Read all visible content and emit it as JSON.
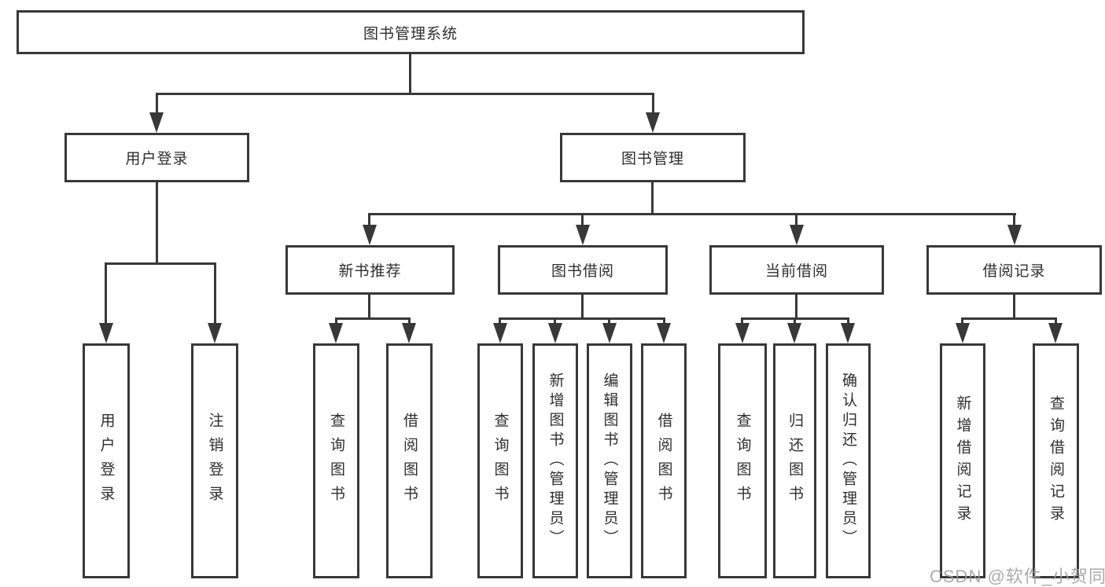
{
  "tree": {
    "label": "图书管理系统",
    "children": [
      {
        "label": "用户登录",
        "children": [
          {
            "label": "用户登录"
          },
          {
            "label": "注销登录"
          }
        ]
      },
      {
        "label": "图书管理",
        "children": [
          {
            "label": "新书推荐",
            "children": [
              {
                "label": "查询图书"
              },
              {
                "label": "借阅图书"
              }
            ]
          },
          {
            "label": "图书借阅",
            "children": [
              {
                "label": "查询图书"
              },
              {
                "label": "新增图书（管理员）"
              },
              {
                "label": "编辑图书（管理员）"
              },
              {
                "label": "借阅图书"
              }
            ]
          },
          {
            "label": "当前借阅",
            "children": [
              {
                "label": "查询图书"
              },
              {
                "label": "归还图书"
              },
              {
                "label": "确认归还（管理员）"
              }
            ]
          },
          {
            "label": "借阅记录",
            "children": [
              {
                "label": "新增借阅记录"
              },
              {
                "label": "查询借阅记录"
              }
            ]
          }
        ]
      }
    ]
  },
  "watermark": "CSDN @软件_小贺同学",
  "colors": {
    "line": "#383838",
    "text": "#2e2e2e",
    "watermark": "#9d9d9d",
    "background": "#ffffff"
  }
}
